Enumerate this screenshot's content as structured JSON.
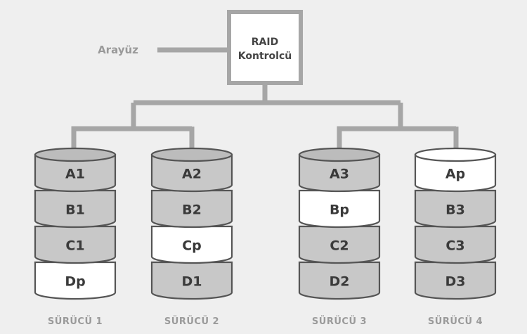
{
  "colors": {
    "background": "#efefef",
    "line": "#a6a6a6",
    "outline": "#555555",
    "parity_fill": "#ffffff",
    "data_fill": "#c8c8c8",
    "data_top": "#bcbcbc",
    "label_gray": "#9a9a9a"
  },
  "interface_label": "Arayüz",
  "controller": {
    "line1": "RAID",
    "line2": "Kontrolcü"
  },
  "drives": [
    {
      "label": "SÜRÜCÜ 1",
      "blocks": [
        {
          "text": "A1",
          "parity": false
        },
        {
          "text": "B1",
          "parity": false
        },
        {
          "text": "C1",
          "parity": false
        },
        {
          "text": "Dp",
          "parity": true
        }
      ]
    },
    {
      "label": "SÜRÜCÜ 2",
      "blocks": [
        {
          "text": "A2",
          "parity": false
        },
        {
          "text": "B2",
          "parity": false
        },
        {
          "text": "Cp",
          "parity": true
        },
        {
          "text": "D1",
          "parity": false
        }
      ]
    },
    {
      "label": "SÜRÜCÜ 3",
      "blocks": [
        {
          "text": "A3",
          "parity": false
        },
        {
          "text": "Bp",
          "parity": true
        },
        {
          "text": "C2",
          "parity": false
        },
        {
          "text": "D2",
          "parity": false
        }
      ]
    },
    {
      "label": "SÜRÜCÜ 4",
      "blocks": [
        {
          "text": "Ap",
          "parity": true
        },
        {
          "text": "B3",
          "parity": false
        },
        {
          "text": "C3",
          "parity": false
        },
        {
          "text": "D3",
          "parity": false
        }
      ]
    }
  ]
}
